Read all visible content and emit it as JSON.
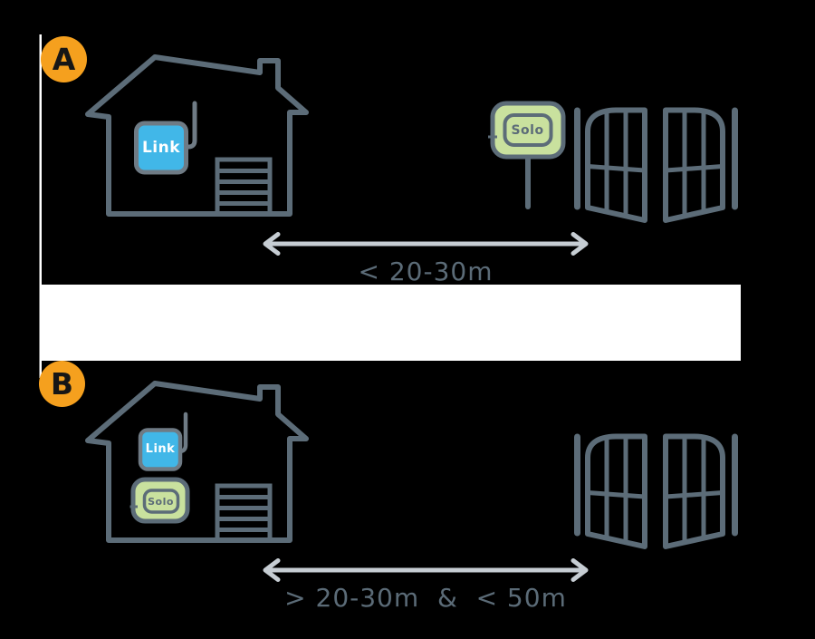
{
  "scenario_a": {
    "badge": "A",
    "link_label": "Link",
    "solo_label": "Solo",
    "distance": "< 20-30m"
  },
  "scenario_b": {
    "badge": "B",
    "link_label": "Link",
    "solo_label": "Solo",
    "distance": "> 20-30m  &  < 50m"
  },
  "colors": {
    "background": "#000000",
    "divider_band": "#FFFFFF",
    "outline_slate": "#5C6C78",
    "link_blue": "#41B7E8",
    "link_border_gray": "#6F7B85",
    "solo_green": "#C9E19E",
    "badge_orange": "#F5A01E",
    "arrow_gray": "#C6CDD3",
    "distance_text": "#5B6B77"
  }
}
